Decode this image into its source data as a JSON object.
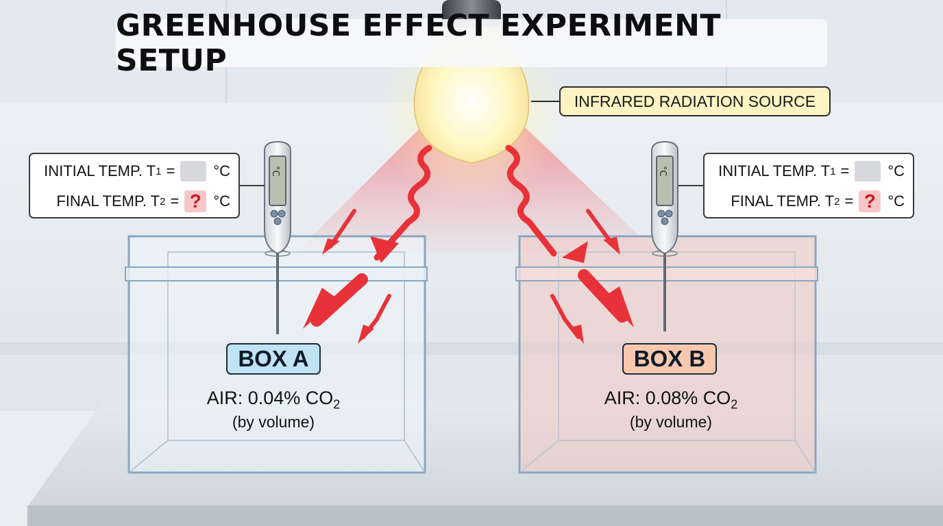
{
  "title": "GREENHOUSE EFFECT EXPERIMENT SETUP",
  "source_label": "INFRARED RADIATION SOURCE",
  "thermometer_display": "°C",
  "boxes": [
    {
      "tag": "BOX A",
      "tag_color": "#bfe3f2",
      "air_prefix": "AIR: 0.04% CO",
      "air_subscript": "2",
      "volume_note": "(by volume)",
      "initial_label": "INITIAL TEMP. T",
      "initial_subscript": "1",
      "initial_eq": "=",
      "initial_unit": "°C",
      "final_label": "FINAL TEMP. T",
      "final_subscript": "2",
      "final_eq": "=",
      "final_value": "?",
      "final_unit": "°C"
    },
    {
      "tag": "BOX B",
      "tag_color": "#f8c8ae",
      "air_prefix": "AIR: 0.08% CO",
      "air_subscript": "2",
      "volume_note": "(by volume)",
      "initial_label": "INITIAL TEMP. T",
      "initial_subscript": "1",
      "initial_eq": "=",
      "initial_unit": "°C",
      "final_label": "FINAL TEMP. T",
      "final_subscript": "2",
      "final_eq": "=",
      "final_value": "?",
      "final_unit": "°C"
    }
  ],
  "colors": {
    "radiation": "#e8323a",
    "bulb_glow": "#fff6b8",
    "box_b_tint": "#f2c9c3"
  }
}
